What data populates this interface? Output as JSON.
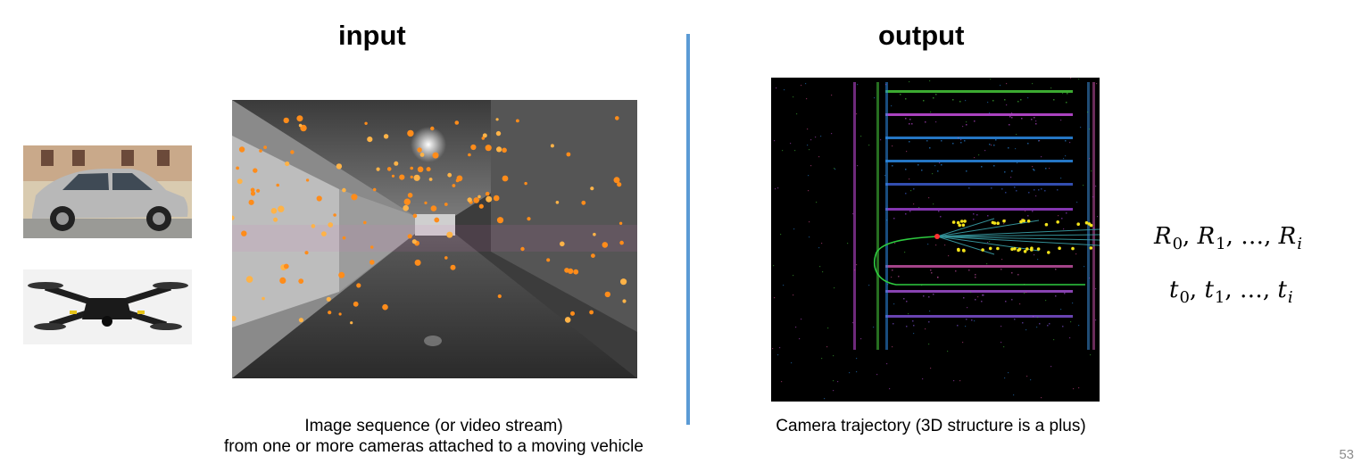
{
  "input_title": "input",
  "output_title": "output",
  "input_caption_line1": "Image sequence (or video stream)",
  "input_caption_line2": "from one or more cameras attached to a moving vehicle",
  "output_caption": "Camera trajectory (3D structure is a plus)",
  "rotations": {
    "s0": "R",
    "i0": "0",
    "s1": "R",
    "i1": "1",
    "ellipsis": "…",
    "si": "R",
    "ii": "i"
  },
  "translations": {
    "s0": "t",
    "i0": "0",
    "s1": "t",
    "i1": "1",
    "ellipsis": "…",
    "si": "t",
    "ii": "i"
  },
  "page_number": "53",
  "colors": {
    "divider": "#5b9bd5",
    "feature_points": "#ff8c1a",
    "trajectory": "#2ecc40"
  }
}
